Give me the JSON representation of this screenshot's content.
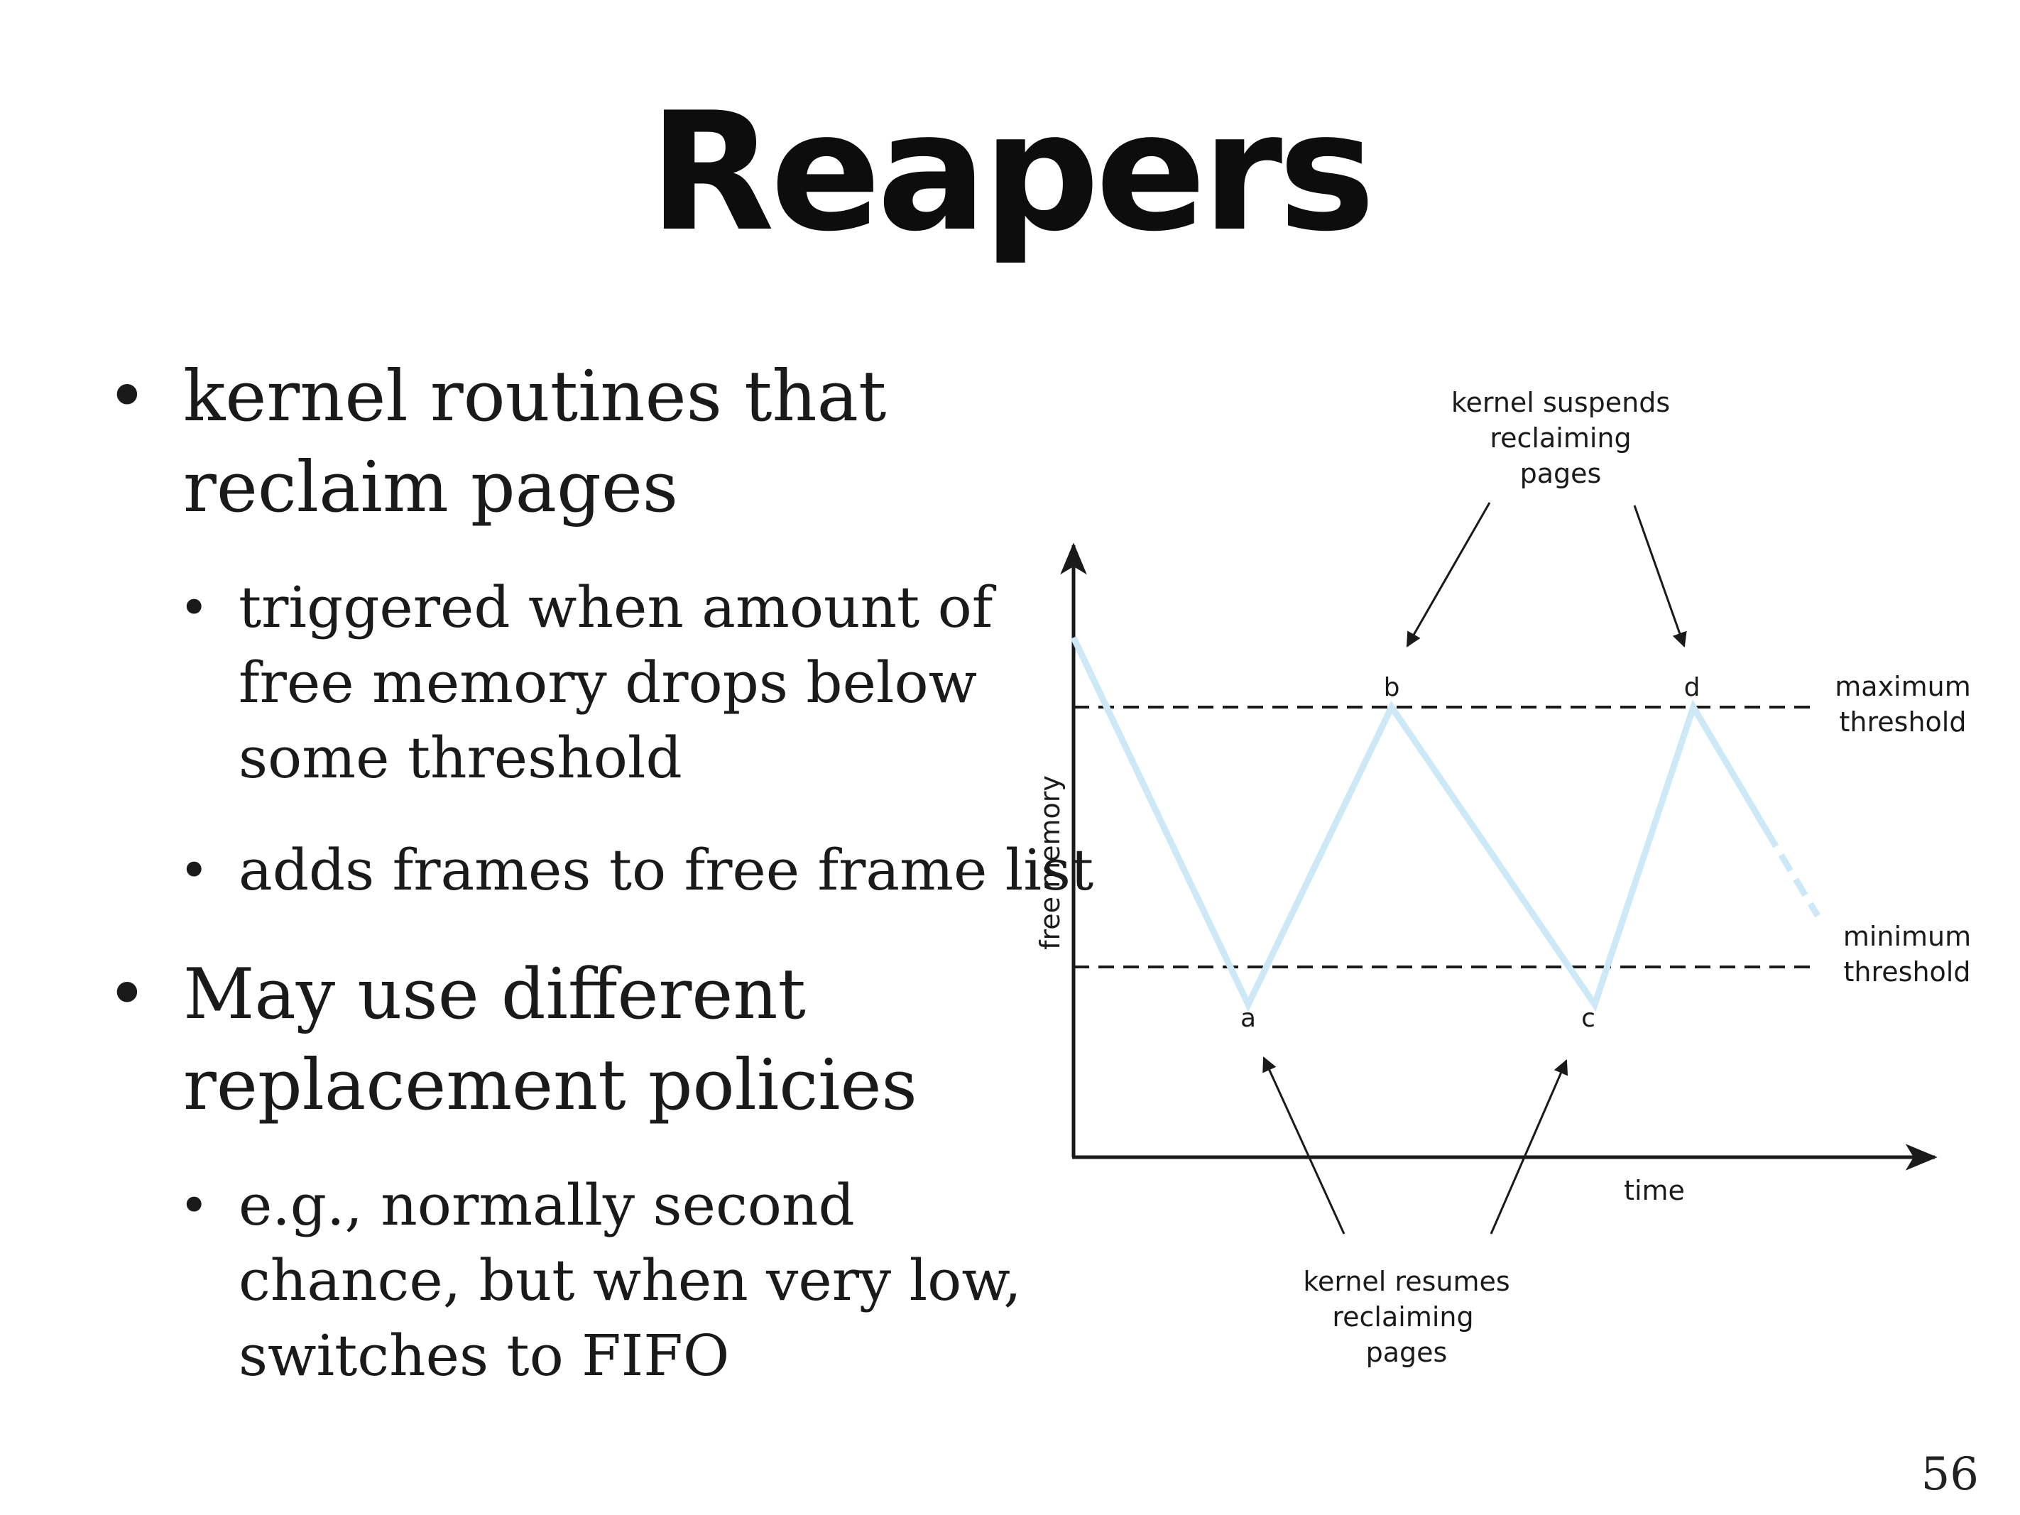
{
  "slide": {
    "title": "Reapers",
    "page_number": "56"
  },
  "bullets": [
    {
      "lines": [
        "kernel routines that",
        "reclaim pages"
      ],
      "sub": [
        {
          "lines": [
            "triggered when amount of",
            "free memory drops below",
            "some threshold"
          ]
        },
        {
          "lines": [
            "adds frames to free frame list"
          ]
        }
      ]
    },
    {
      "lines": [
        "May use different",
        "replacement policies"
      ],
      "sub": [
        {
          "lines": [
            "e.g., normally second",
            "chance, but when very low,",
            "switches to FIFO"
          ]
        }
      ]
    }
  ],
  "diagram": {
    "y_axis_label": "free memory",
    "x_axis_label": "time",
    "max_threshold_label": [
      "maximum",
      "threshold"
    ],
    "min_threshold_label": [
      "minimum",
      "threshold"
    ],
    "points": [
      "a",
      "b",
      "c",
      "d"
    ],
    "suspend_label": [
      "kernel suspends",
      "reclaiming",
      "pages"
    ],
    "resume_label": [
      "kernel resumes",
      "reclaiming",
      "pages"
    ],
    "colors": {
      "curve": "#cde8f7",
      "axis": "#1a1a1a",
      "threshold": "#1a1a1a"
    }
  }
}
